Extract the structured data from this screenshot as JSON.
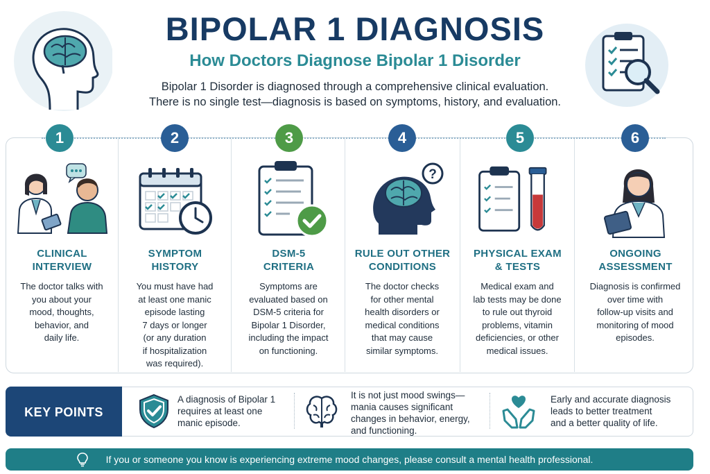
{
  "header": {
    "title": "BIPOLAR 1 DIAGNOSIS",
    "subtitle": "How Doctors Diagnose Bipolar 1 Disorder",
    "intro_line1": "Bipolar 1 Disorder is diagnosed through a comprehensive clinical evaluation.",
    "intro_line2": "There is no single test—diagnosis is based on symptoms, history, and evaluation."
  },
  "colors": {
    "navy": "#173a63",
    "teal": "#2b8b95",
    "green": "#4e9b47",
    "blue": "#2a5e96",
    "footer": "#1f7e87"
  },
  "steps": [
    {
      "number": "1",
      "title_line1": "CLINICAL",
      "title_line2": "INTERVIEW",
      "icon": "doctor-patient-icon",
      "desc": [
        "The doctor talks with",
        "you about your",
        "mood, thoughts,",
        "behavior, and",
        "daily life."
      ]
    },
    {
      "number": "2",
      "title_line1": "SYMPTOM",
      "title_line2": "HISTORY",
      "icon": "calendar-clock-icon",
      "desc": [
        "You must have had",
        "at least one manic",
        "episode lasting",
        "7 days or longer",
        "(or any duration",
        "if hospitalization",
        "was required)."
      ]
    },
    {
      "number": "3",
      "title_line1": "DSM-5",
      "title_line2": "CRITERIA",
      "icon": "checklist-icon",
      "desc": [
        "Symptoms are",
        "evaluated based on",
        "DSM-5 criteria for",
        "Bipolar 1 Disorder,",
        "including the impact",
        "on functioning."
      ]
    },
    {
      "number": "4",
      "title_line1": "RULE OUT OTHER",
      "title_line2": "CONDITIONS",
      "icon": "head-question-icon",
      "desc": [
        "The doctor checks",
        "for other mental",
        "health disorders or",
        "medical conditions",
        "that may cause",
        "similar symptoms."
      ]
    },
    {
      "number": "5",
      "title_line1": "PHYSICAL EXAM",
      "title_line2": "& TESTS",
      "icon": "lab-tests-icon",
      "desc": [
        "Medical exam and",
        "lab tests may be done",
        "to rule out thyroid",
        "problems, vitamin",
        "deficiencies, or other",
        "medical issues."
      ]
    },
    {
      "number": "6",
      "title_line1": "ONGOING",
      "title_line2": "ASSESSMENT",
      "icon": "doctor-tablet-icon",
      "desc": [
        "Diagnosis is confirmed",
        "over time with",
        "follow-up visits and",
        "monitoring of mood",
        "episodes."
      ]
    }
  ],
  "key_points": {
    "label": "KEY POINTS",
    "items": [
      {
        "icon": "shield-check-icon",
        "lines": [
          "A diagnosis of Bipolar 1",
          "requires at least one",
          "manic episode."
        ]
      },
      {
        "icon": "brain-icon",
        "lines": [
          "It is not just mood swings—",
          "mania causes significant",
          "changes in behavior, energy,",
          "and functioning."
        ]
      },
      {
        "icon": "heart-hands-icon",
        "lines": [
          "Early and accurate diagnosis",
          "leads to better treatment",
          "and a better quality of life."
        ]
      }
    ]
  },
  "footer": {
    "text": "If you or someone you know is experiencing extreme mood changes, please consult a mental health professional."
  }
}
